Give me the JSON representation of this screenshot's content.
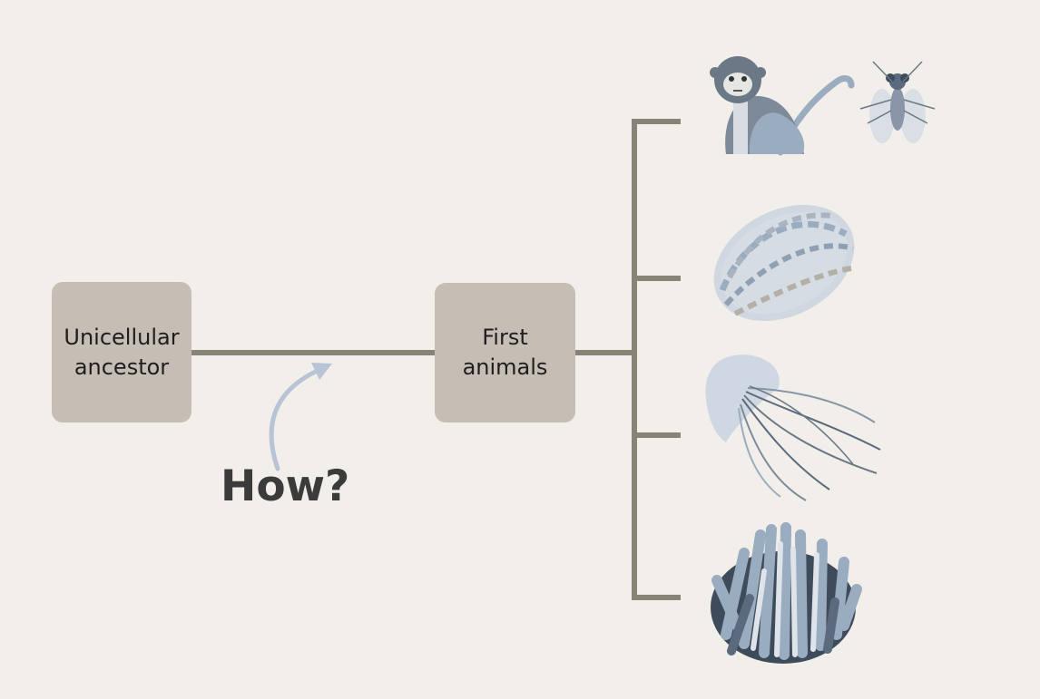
{
  "nodes": {
    "ancestor": {
      "line1": "Unicellular",
      "line2": "ancestor"
    },
    "first_animals": {
      "line1": "First",
      "line2": "animals"
    }
  },
  "annotation": {
    "text": "How?"
  },
  "descendants": [
    {
      "name": "monkey-and-fly",
      "icon": "monkey-icon"
    },
    {
      "name": "comb-jelly",
      "icon": "comb-jelly-icon"
    },
    {
      "name": "jellyfish",
      "icon": "jellyfish-icon"
    },
    {
      "name": "sponge",
      "icon": "sponge-icon"
    }
  ],
  "colors": {
    "background": "#f2efea",
    "box": "#c6bdb5",
    "line": "#8a8276",
    "arrow": "#b8c4d6",
    "icon_dark": "#5b6b7d",
    "icon_light": "#9aacbf"
  }
}
